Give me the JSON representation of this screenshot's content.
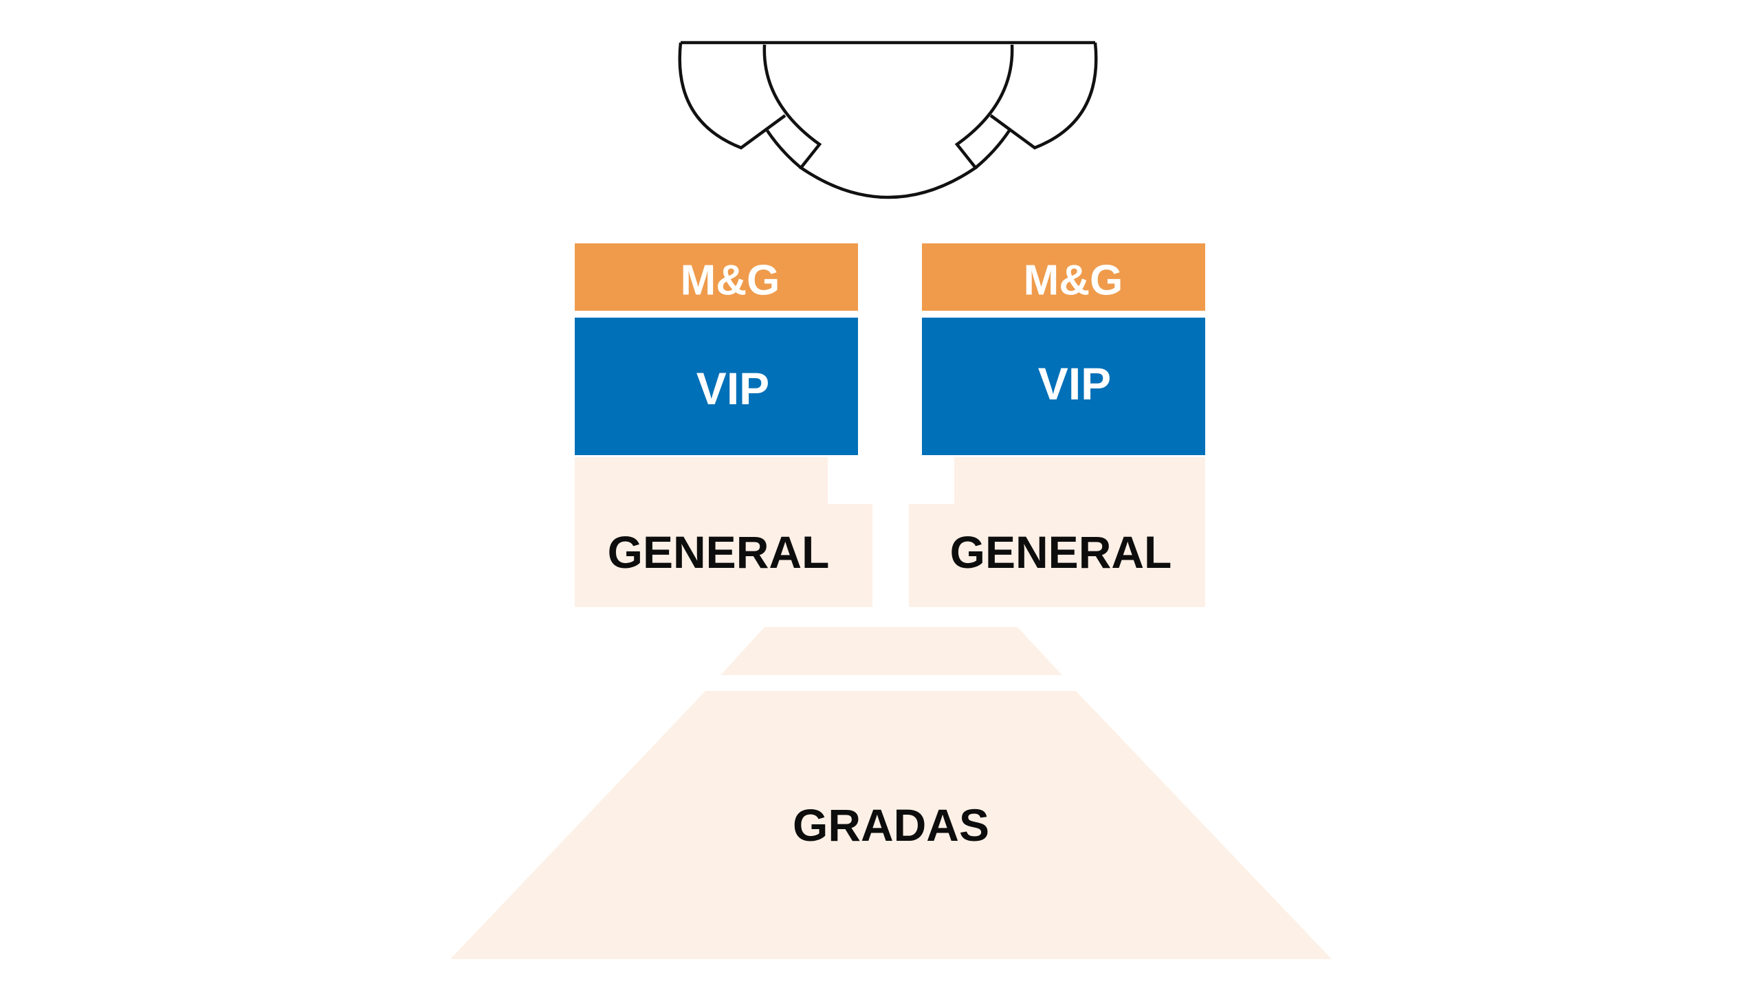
{
  "colors": {
    "mg": "#ef9b4b",
    "vip": "#0070b8",
    "general": "#fdf0e7",
    "gradas": "#fdf1e7",
    "stage_stroke": "#111111",
    "label_light": "#ffffff",
    "label_dark": "#0d0d0d"
  },
  "zones": {
    "mg_left": "M&G",
    "mg_right": "M&G",
    "vip_left": "VIP",
    "vip_right": "VIP",
    "general_left": "GENERAL",
    "general_right": "GENERAL",
    "gradas": "GRADAS"
  }
}
